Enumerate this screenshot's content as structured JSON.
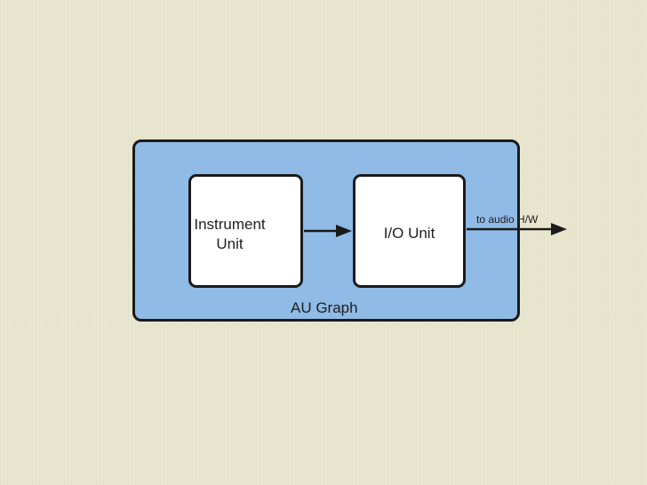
{
  "diagram": {
    "container": {
      "label": "AU Graph",
      "fill": "#8fbbe6",
      "border": "#1a1a1a"
    },
    "nodes": [
      {
        "id": "instrument",
        "label": "Instrument Unit"
      },
      {
        "id": "io",
        "label": "I/O Unit"
      }
    ],
    "edges": [
      {
        "from": "instrument",
        "to": "io"
      },
      {
        "from": "io",
        "to": "output",
        "label": "to audio H/W"
      }
    ],
    "colors": {
      "background": "#e9e6cf",
      "node_fill": "#ffffff",
      "stroke": "#1a1a1a"
    }
  }
}
